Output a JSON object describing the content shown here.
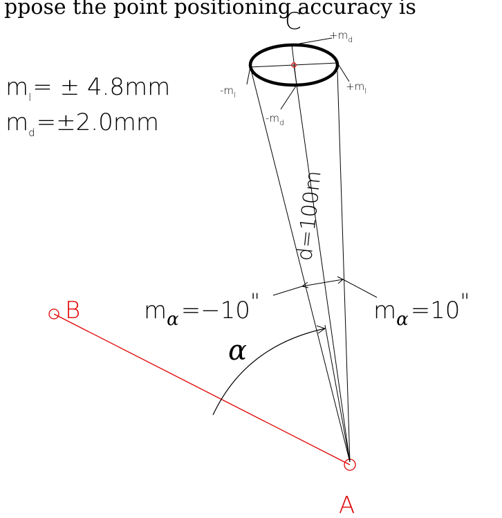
{
  "caption": "ppose the point positioning accuracy is",
  "accuracy": {
    "ml": {
      "base": "m",
      "sub": "l",
      "value": "= ± 4.8mm"
    },
    "md": {
      "base": "m",
      "sub": "d",
      "value": "=±2.0mm"
    }
  },
  "points": {
    "A": "A",
    "B": "B",
    "C": "C"
  },
  "ellipse_labels": {
    "plus_md": {
      "sign": "+m",
      "sub": "d"
    },
    "minus_md": {
      "sign": "-m",
      "sub": "d"
    },
    "minus_ml": {
      "sign": "-m",
      "sub": "l"
    },
    "plus_ml": {
      "sign": "+m",
      "sub": "l"
    }
  },
  "distance_label": "d=100m",
  "alpha_symbol": "α",
  "angle_errors": {
    "left": {
      "base": "m",
      "sub": "α",
      "value": "=−10",
      "unit": "\""
    },
    "right": {
      "base": "m",
      "sub": "α",
      "value": "=10",
      "unit": "\""
    }
  },
  "colors": {
    "ink": "#000000",
    "accent": "#e00000"
  }
}
